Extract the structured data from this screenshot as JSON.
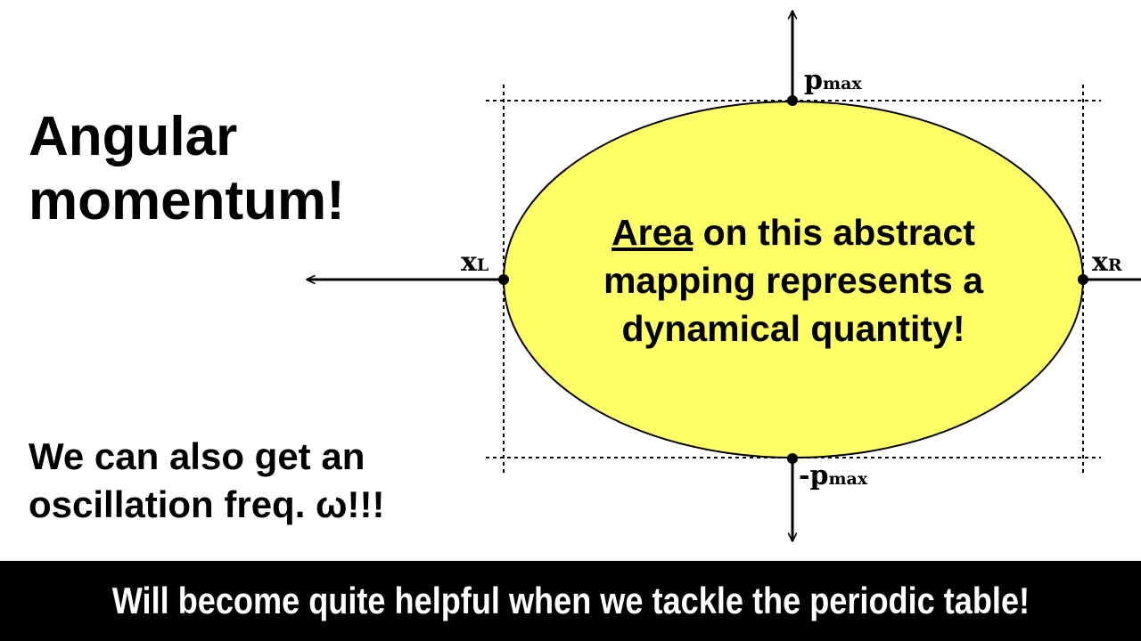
{
  "slide": {
    "title_line1": "Angular",
    "title_line2": "momentum!",
    "note_line1": "We can also get an",
    "note_line2": "oscillation freq. ω!!!",
    "banner": "Will become quite helpful when we tackle the periodic table!"
  },
  "diagram": {
    "ellipse_text": {
      "underlined": "Area",
      "line1_rest": " on this abstract",
      "line2": "mapping represents a",
      "line3": "dynamical quantity!"
    },
    "labels": {
      "p_max": {
        "main": "p",
        "sub": "max"
      },
      "neg_p_max": {
        "main": "-p",
        "sub": "max"
      },
      "x_left": {
        "main": "x",
        "sub": "L"
      },
      "x_right": {
        "main": "x",
        "sub": "R"
      }
    },
    "colors": {
      "ellipse_fill": "#ffff66",
      "stroke": "#000000",
      "banner_bg": "#000000",
      "banner_text": "#ffffff"
    }
  }
}
